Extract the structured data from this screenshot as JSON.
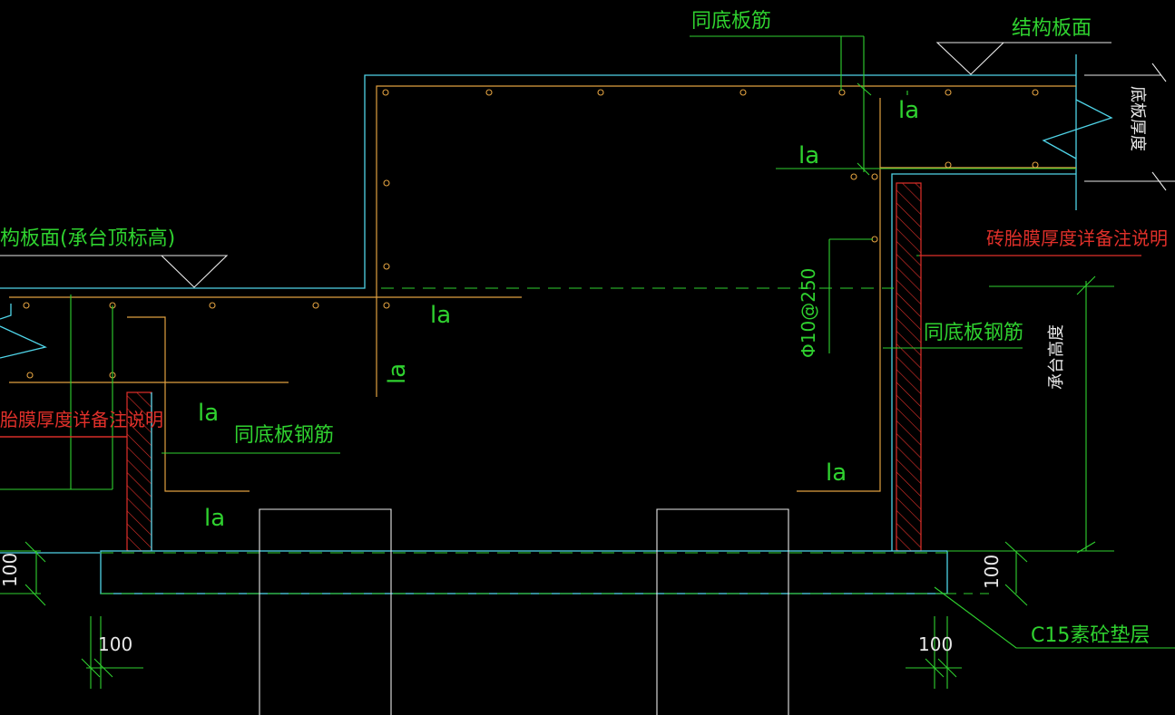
{
  "drawing": {
    "labels": {
      "top_bottom_bar": "同底板筋",
      "structure_top_right": "结构板面",
      "slab_thickness": "底板厚度",
      "la": "la",
      "brick_note_right": "砖胎膜厚度详备注说明",
      "rebar_spec": "Φ10@250",
      "same_bottom_bar_right": "同底板钢筋",
      "same_bottom_bar_left": "同底板钢筋",
      "cap_height": "承台高度",
      "structure_left": "构板面(承台顶标高)",
      "brick_note_left": "胎膜厚度详备注说明",
      "dim_100": "100",
      "cushion": "C15素砼垫层"
    },
    "colors": {
      "green": "#2fd12f",
      "cyan": "#4fd4e8",
      "orange": "#e0a040",
      "red": "#e0302a",
      "white": "#e8e8e8"
    }
  }
}
